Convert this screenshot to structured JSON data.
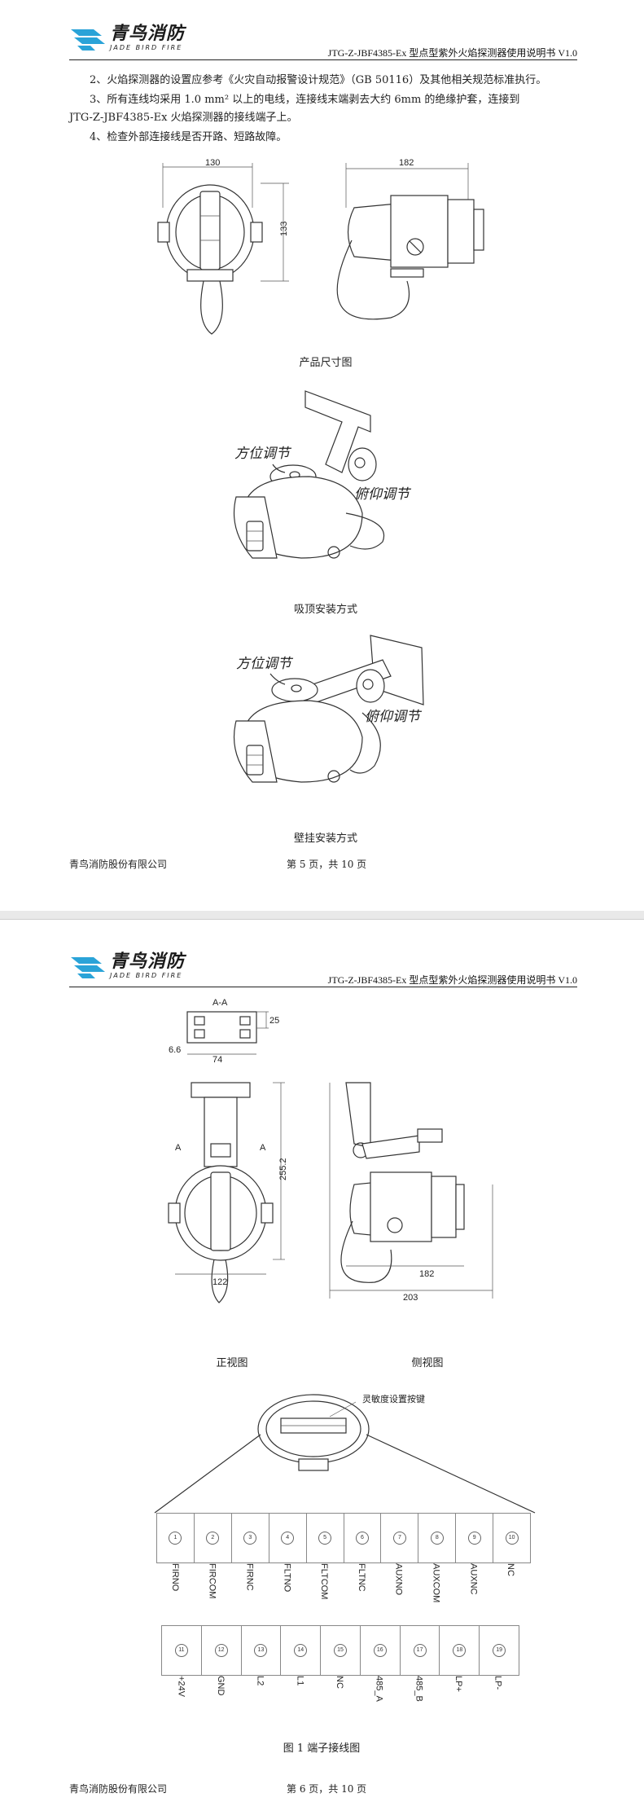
{
  "header": {
    "brand_name": "青鸟消防",
    "brand_sub": "JADE BIRD FIRE",
    "doc_title": "JTG-Z-JBF4385-Ex 型点型紫外火焰探测器使用说明书 V1.0"
  },
  "page1": {
    "p2": "2、火焰探测器的设置应参考《火灾自动报警设计规范》（GB 50116）及其他相关规范标准执行。",
    "p3_line1": "3、所有连线均采用  1.0  mm² 以上的电线，连接线末端剥去大约  6mm  的绝缘护套，连接到",
    "p3_line2": "JTG-Z-JBF4385-Ex 火焰探测器的接线端子上。",
    "p4": "4、检查外部连接线是否开路、短路故障。",
    "dims": {
      "w1": "130",
      "h1": "133",
      "w2": "182"
    },
    "cap_dimensions": "产品尺寸图",
    "label_azimuth": "方位调节",
    "label_pitch": "俯仰调节",
    "cap_ceiling": "吸顶安装方式",
    "cap_wall": "壁挂安装方式",
    "footer_company": "青鸟消防股份有限公司",
    "footer_page": "第 5 页，共 10 页"
  },
  "page2": {
    "section_label": "A-A",
    "dims": {
      "d25": "25",
      "d66": "6.6",
      "d74": "74",
      "d2552": "255.2",
      "d122": "122",
      "d182": "182",
      "d203": "203",
      "markA": "A"
    },
    "cap_front": "正视图",
    "cap_side": "侧视图",
    "sensitivity_label": "灵敏度设置按键",
    "terminals_row1": [
      {
        "num": "1",
        "label": "FIRNO"
      },
      {
        "num": "2",
        "label": "FIRCOM"
      },
      {
        "num": "3",
        "label": "FIRNC"
      },
      {
        "num": "4",
        "label": "FLTNO"
      },
      {
        "num": "5",
        "label": "FLTCOM"
      },
      {
        "num": "6",
        "label": "FLTNC"
      },
      {
        "num": "7",
        "label": "AUXNO"
      },
      {
        "num": "8",
        "label": "AUXCOM"
      },
      {
        "num": "9",
        "label": "AUXNC"
      },
      {
        "num": "10",
        "label": "NC"
      }
    ],
    "terminals_row2": [
      {
        "num": "11",
        "label": "+24V"
      },
      {
        "num": "12",
        "label": "GND"
      },
      {
        "num": "13",
        "label": "L2"
      },
      {
        "num": "14",
        "label": "L1"
      },
      {
        "num": "15",
        "label": "NC"
      },
      {
        "num": "16",
        "label": "485_A"
      },
      {
        "num": "17",
        "label": "485_B"
      },
      {
        "num": "18",
        "label": "LP+"
      },
      {
        "num": "19",
        "label": "LP-"
      }
    ],
    "cap_terminal": "图 1  端子接线图",
    "footer_company": "青鸟消防股份有限公司",
    "footer_page": "第 6 页，共 10 页"
  }
}
